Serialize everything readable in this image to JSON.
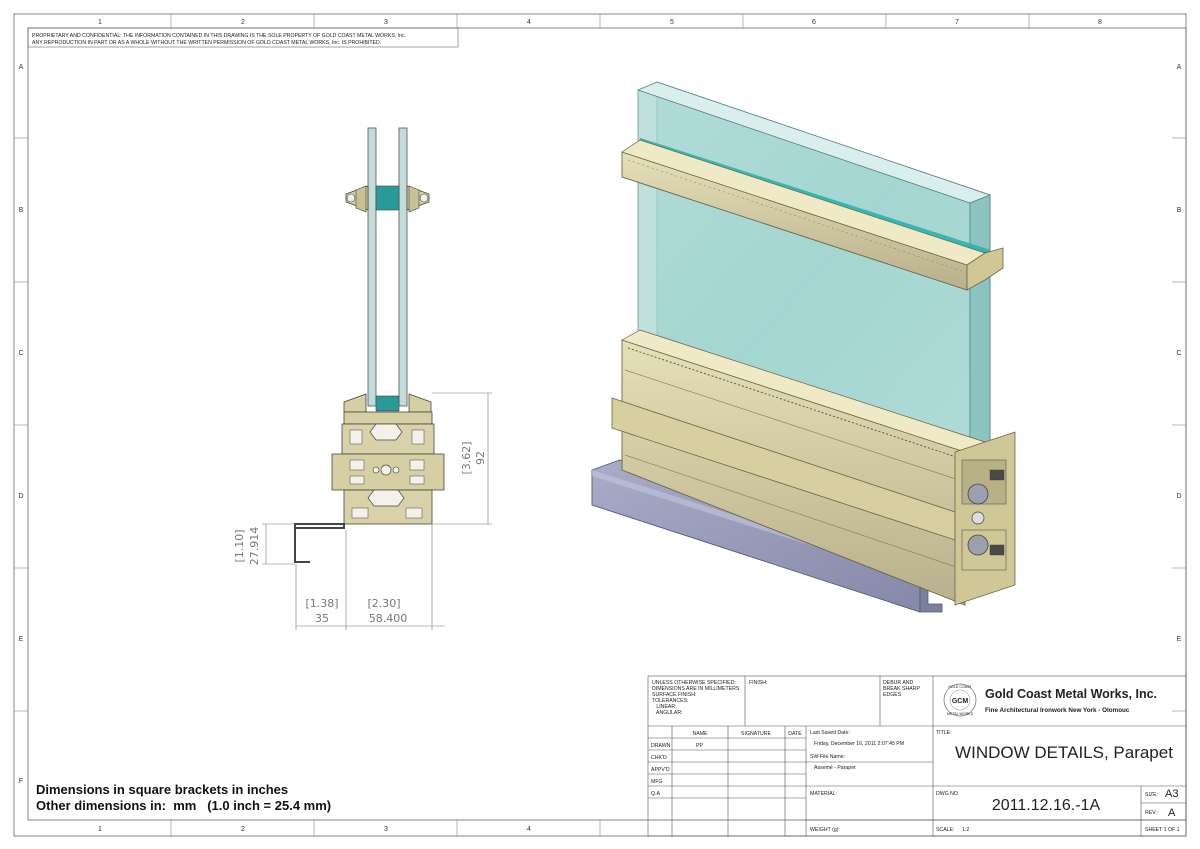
{
  "sheet": {
    "col_numbers": [
      "1",
      "2",
      "3",
      "4",
      "5",
      "6",
      "7",
      "8"
    ],
    "bottom_col_numbers": [
      "1",
      "2",
      "3",
      "4"
    ],
    "row_letters": [
      "A",
      "B",
      "C",
      "D",
      "E",
      "F"
    ]
  },
  "proprietary": {
    "line1": "PROPRIETARY AND CONFIDENTIAL:  THE INFORMATION CONTAINED IN THIS DRAWING IS THE SOLE PROPERTY OF GOLD COAST METAL WORKS, Inc.",
    "line2": "ANY REPRODUCTION IN PART OR AS A WHOLE WITHOUT THE WRITTEN PERMISSION OF GOLD COAST METAL WORKS, Inc. IS PROHIBITED."
  },
  "dimensions": {
    "height_in": "[3.62]",
    "height_mm": "92",
    "lip_in": "[1.10]",
    "lip_mm": "27.914",
    "width1_in": "[1.38]",
    "width1_mm": "35",
    "width2_in": "[2.30]",
    "width2_mm": "58.400"
  },
  "notes": {
    "line1": "Dimensions in square brackets in inches",
    "line2": "Other dimensions in:  mm   (1.0 inch = 25.4 mm)"
  },
  "title_block": {
    "spec": [
      "UNLESS OTHERWISE SPECIFIED:",
      "DIMENSIONS ARE IN MILLIMETERS",
      "SURFACE FINISH:",
      "TOLERANCES:",
      "   LINEAR:",
      "   ANGULAR:"
    ],
    "finish_label": "FINISH:",
    "debur": [
      "DEBUR AND",
      "BREAK SHARP",
      "EDGES"
    ],
    "company_name": "Gold Coast Metal Works, Inc.",
    "company_tagline": "Fine Architectural Ironwork New York - Olomouc",
    "logo_letters": "GCM",
    "logo_ring_top": "GOLD COAST",
    "logo_ring_bottom": "METAL WORKS",
    "col_name": "NAME",
    "col_signature": "SIGNATURE",
    "col_date": "DATE",
    "rows": [
      "DRAWN",
      "CHK'D",
      "APPV'D",
      "MFG",
      "Q.A"
    ],
    "drawn_name": "PP",
    "last_saved_label": "Last Saved Date:",
    "last_saved_value": "Friday, December 16, 2011 2:07:45 PM",
    "swfile_label": "SW-File Name:",
    "swfile_value": "Assemé - Parapet",
    "material_label": "MATERIAL:",
    "weight_label": "WEIGHT (g):",
    "title_label": "TITLE:",
    "title_value": "WINDOW DETAILS, Parapet",
    "dwg_label": "DWG NO.",
    "dwg_value": "2011.12.16.-1A",
    "size_label": "SIZE:",
    "size_value": "A3",
    "rev_label": "REV.:",
    "rev_value": "A",
    "scale_label": "SCALE:",
    "scale_value": "1:2",
    "sheet_label": "SHEET 1 OF 1"
  }
}
